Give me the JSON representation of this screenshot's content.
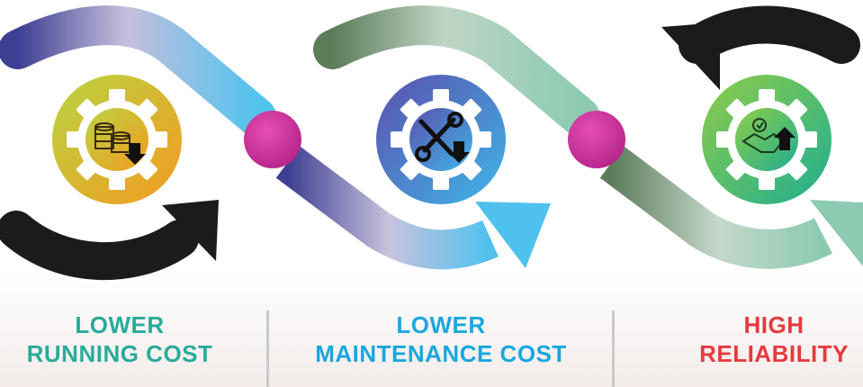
{
  "steps": [
    {
      "line1": "LOWER",
      "line2": "RUNNING COST",
      "color": "#2aab9a",
      "icon": "coins-down-icon"
    },
    {
      "line1": "LOWER",
      "line2": "MAINTENANCE COST",
      "color": "#1aa7de",
      "icon": "tools-down-icon"
    },
    {
      "line1": "HIGH",
      "line2": "RELIABILITY",
      "color": "#e8393f",
      "icon": "handshake-up-icon"
    }
  ]
}
